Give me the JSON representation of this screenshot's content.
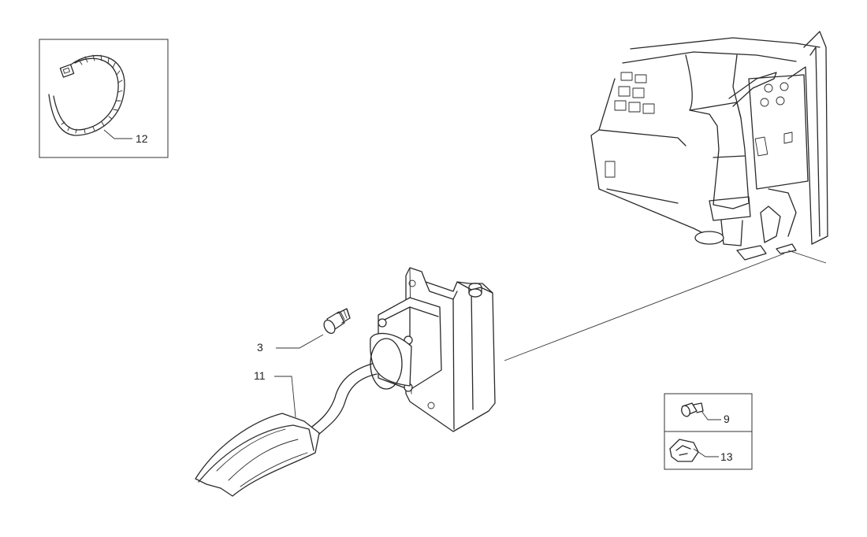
{
  "callouts": {
    "c3": "3",
    "c11": "11",
    "c12": "12",
    "c9": "9",
    "c13": "13"
  },
  "colors": {
    "ink": "#2a2a2a",
    "background": "#ffffff"
  },
  "icons": [
    "cable-tie-icon",
    "accelerator-pedal-icon",
    "bolt-icon",
    "cab-interior-icon",
    "screw-icon",
    "clip-icon"
  ]
}
